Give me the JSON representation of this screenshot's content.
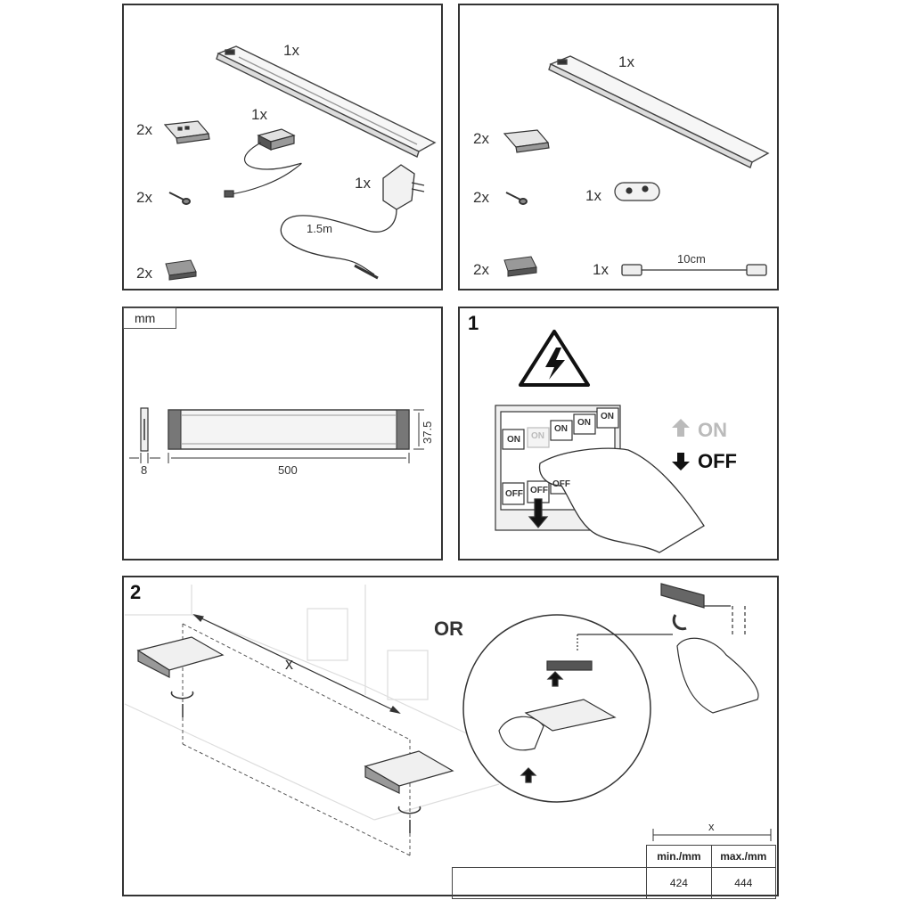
{
  "panel_a": {
    "bar_qty": "1x",
    "clip_qty": "2x",
    "screw_qty": "2x",
    "tape_qty": "2x",
    "driver_qty": "1x",
    "adapter_qty": "1x",
    "cable_length": "1.5m"
  },
  "panel_b": {
    "bar_qty": "1x",
    "clip_qty": "2x",
    "screw_qty": "2x",
    "tape_qty": "2x",
    "connector_qty": "1x",
    "link_cable_qty": "1x",
    "link_cable_length": "10cm"
  },
  "dimensions": {
    "unit": "mm",
    "depth": "8",
    "length": "500",
    "height": "37.5"
  },
  "step1": {
    "number": "1",
    "on_label": "ON",
    "off_label": "OFF",
    "switch_labels_top": [
      "ON",
      "ON",
      "ON",
      "ON",
      "ON"
    ],
    "switch_labels_bottom": [
      "OFF",
      "OFF",
      "OFF"
    ]
  },
  "step2": {
    "number": "2",
    "or_label": "OR",
    "distance_label": "x",
    "table": {
      "header_x": "x",
      "col_min": "min./mm",
      "col_max": "max./mm",
      "min_value": "424",
      "max_value": "444"
    }
  }
}
